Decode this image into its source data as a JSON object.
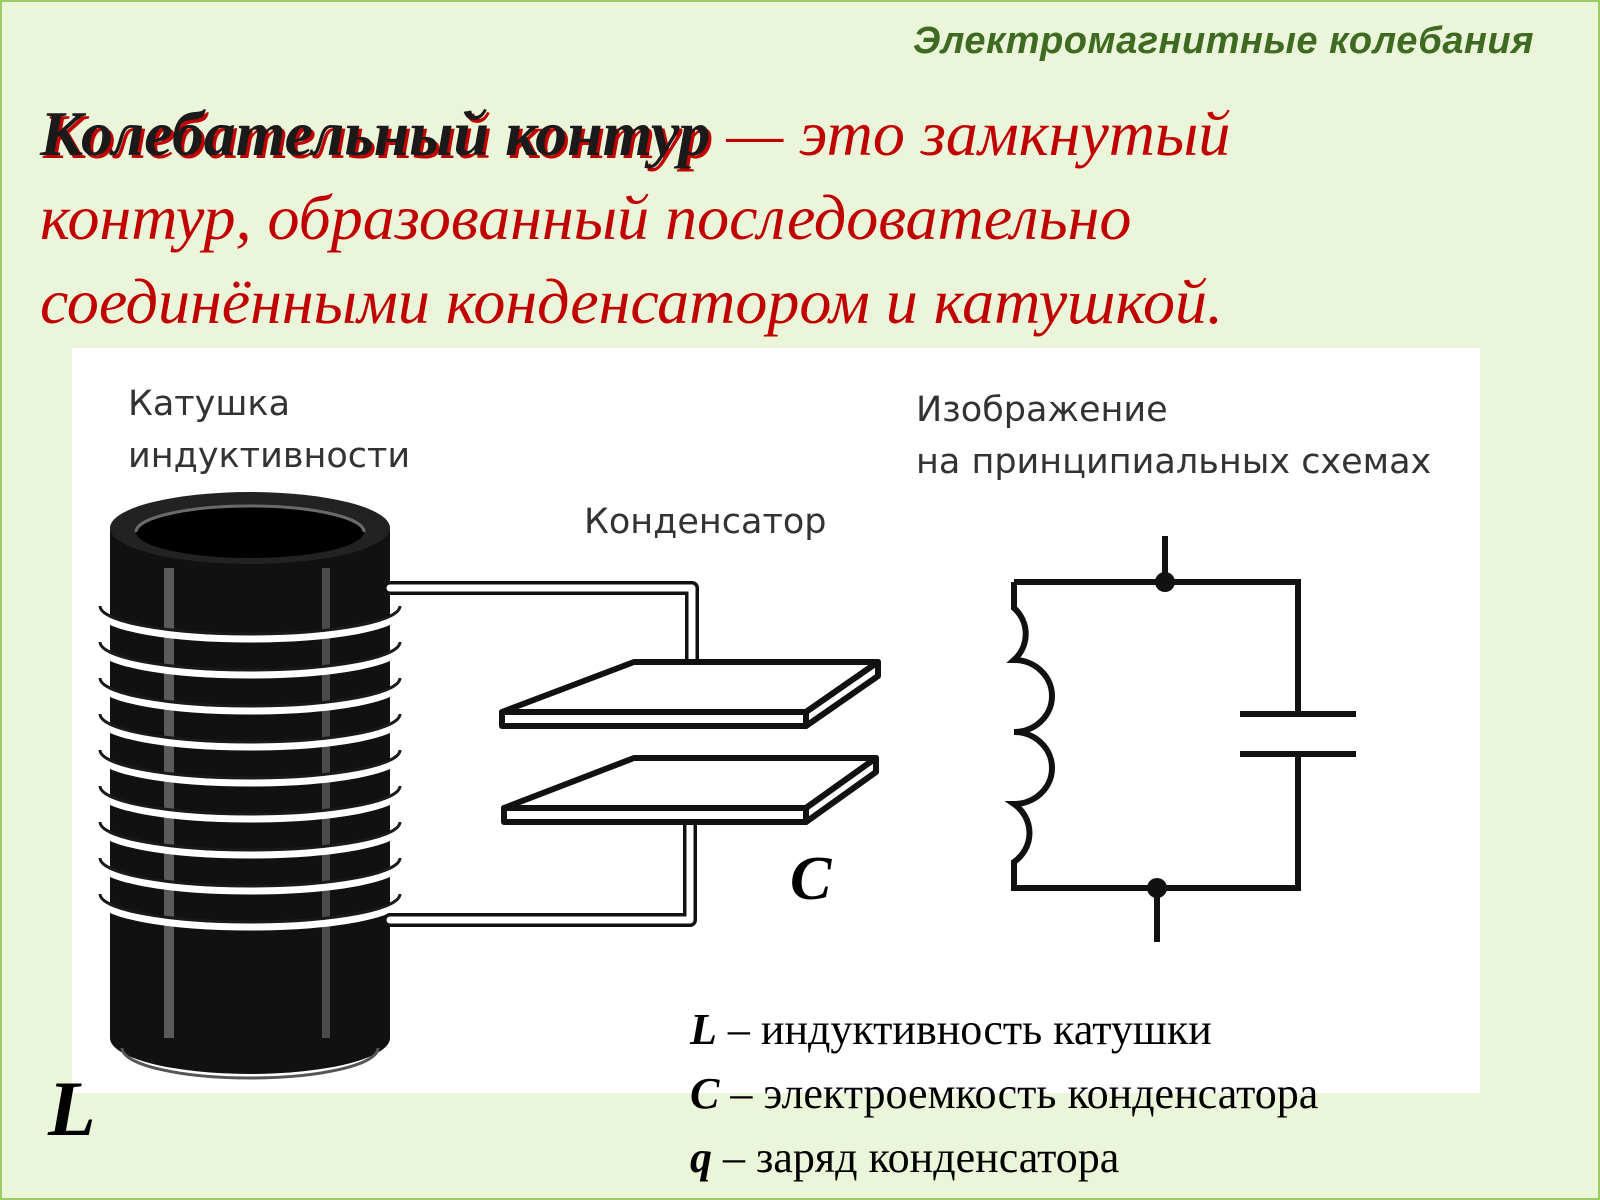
{
  "header": {
    "title": "Электромагнитные колебания"
  },
  "definition": {
    "term": "Колебательный контур",
    "text_line1": " — это замкнутый",
    "text_line2": "контур, образованный последовательно",
    "text_line3": "соединёнными конденсатором и катушкой."
  },
  "figure": {
    "coil_label_line1": "Катушка",
    "coil_label_line2": "индуктивности",
    "capacitor_label": "Конденсатор",
    "schematic_label_line1": "Изображение",
    "schematic_label_line2": "на принципиальных схемах",
    "coil_symbol": "L",
    "capacitor_symbol": "C"
  },
  "legend": {
    "items": [
      {
        "symbol": "L",
        "text": " – индуктивность катушки"
      },
      {
        "symbol": "C",
        "text": " – электроемкость конденсатора"
      },
      {
        "symbol": "q",
        "text": " – заряд конденсатора"
      }
    ]
  }
}
